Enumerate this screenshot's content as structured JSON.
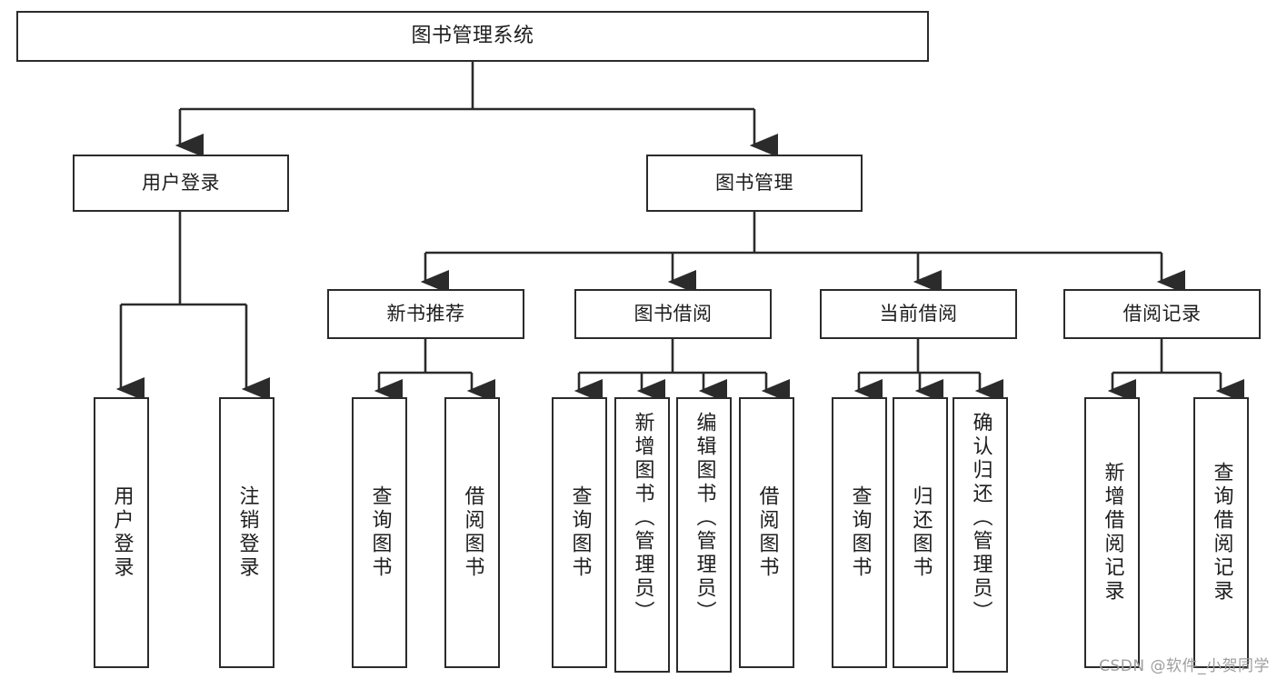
{
  "diagram": {
    "type": "tree",
    "title": "图书管理系统",
    "orientation": "top-down",
    "colors": {
      "box_border": "#2b2b2b",
      "box_fill": "#ffffff",
      "connector": "#333333",
      "text": "#1d1d1d",
      "watermark": "#9e9e9e",
      "background": "#ffffff"
    },
    "root": {
      "label": "图书管理系统"
    },
    "level1": [
      {
        "id": "user-login",
        "label": "用户登录"
      },
      {
        "id": "book-manage",
        "label": "图书管理"
      }
    ],
    "level2": [
      {
        "id": "new-book-rec",
        "label": "新书推荐",
        "parent": "book-manage"
      },
      {
        "id": "book-borrow",
        "label": "图书借阅",
        "parent": "book-manage"
      },
      {
        "id": "current-borrow",
        "label": "当前借阅",
        "parent": "book-manage"
      },
      {
        "id": "borrow-record",
        "label": "借阅记录",
        "parent": "book-manage"
      }
    ],
    "leaves": {
      "user-login": [
        {
          "id": "leaf-user-login",
          "label": "用户登录"
        },
        {
          "id": "leaf-user-logout",
          "label": "注销登录"
        }
      ],
      "new-book-rec": [
        {
          "id": "leaf-query-book-1",
          "label": "查询图书"
        },
        {
          "id": "leaf-borrow-book-1",
          "label": "借阅图书"
        }
      ],
      "book-borrow": [
        {
          "id": "leaf-query-book-2",
          "label": "查询图书"
        },
        {
          "id": "leaf-add-book",
          "label": "新增图书（管理员）"
        },
        {
          "id": "leaf-edit-book",
          "label": "编辑图书（管理员）"
        },
        {
          "id": "leaf-borrow-book-2",
          "label": "借阅图书"
        }
      ],
      "current-borrow": [
        {
          "id": "leaf-query-book-3",
          "label": "查询图书"
        },
        {
          "id": "leaf-return-book",
          "label": "归还图书"
        },
        {
          "id": "leaf-confirm-return",
          "label": "确认归还（管理员）"
        }
      ],
      "borrow-record": [
        {
          "id": "leaf-add-record",
          "label": "新增借阅记录"
        },
        {
          "id": "leaf-query-record",
          "label": "查询借阅记录"
        }
      ]
    }
  },
  "watermark": {
    "text": "CSDN @软件_小贺同学"
  }
}
